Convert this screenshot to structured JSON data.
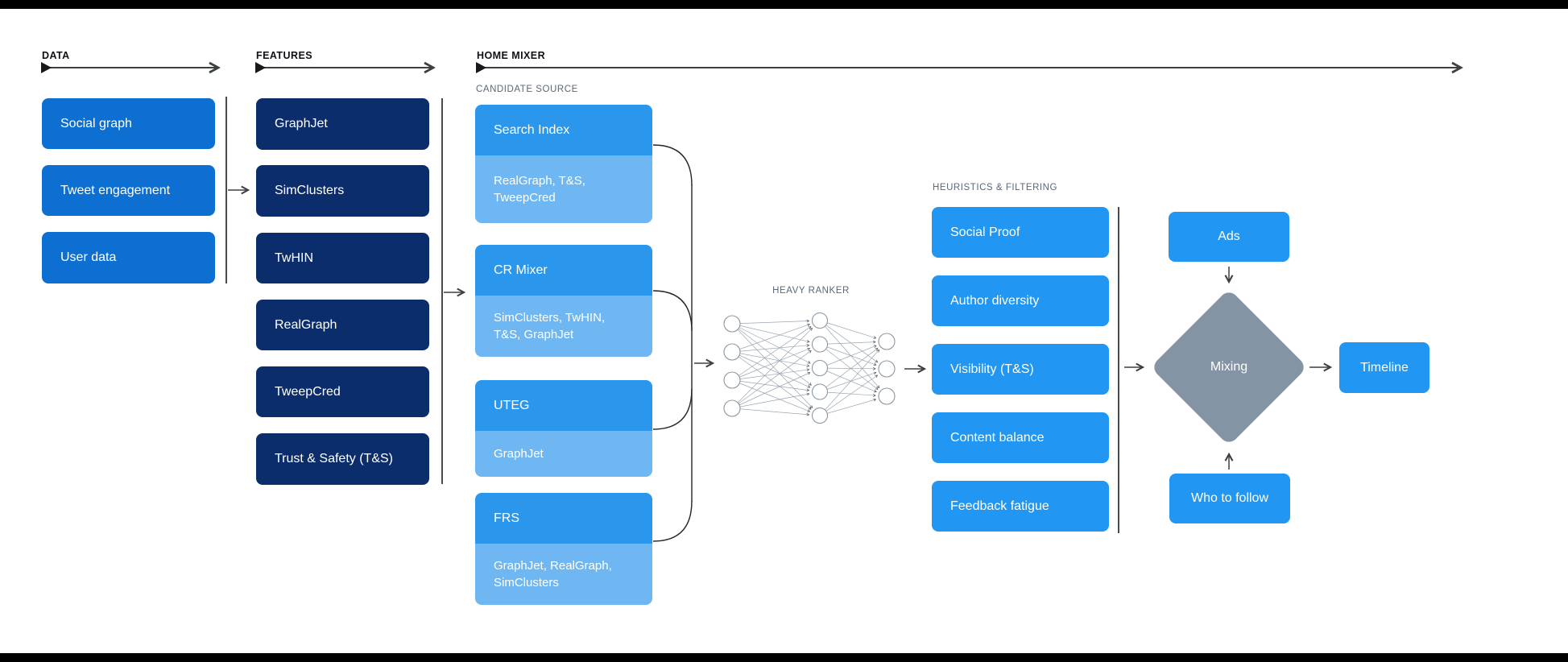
{
  "palette": {
    "data_box_blue": "#0D6FD2",
    "feature_box_navy": "#0C2D6C",
    "candidate_top_blue": "#2B97EC",
    "candidate_sub_light_blue": "#6FB7F2",
    "filter_box_blue": "#2196F3",
    "mixing_diamond_gray": "#8494A4",
    "connector_line": "#3C4043",
    "frame_bar": "#000000",
    "sub_header_gray": "#57697C"
  },
  "data_section": {
    "label": "DATA",
    "items": [
      "Social graph",
      "Tweet engagement",
      "User data"
    ]
  },
  "features_section": {
    "label": "FEATURES",
    "items": [
      "GraphJet",
      "SimClusters",
      "TwHIN",
      "RealGraph",
      "TweepCred",
      "Trust & Safety (T&S)"
    ]
  },
  "home_mixer": {
    "label": "HOME MIXER",
    "candidate_source": {
      "label": "CANDIDATE SOURCE",
      "items": [
        {
          "name": "Search Index",
          "sources": "RealGraph, T&S,\nTweepCred"
        },
        {
          "name": "CR Mixer",
          "sources": "SimClusters, TwHIN,\nT&S, GraphJet"
        },
        {
          "name": "UTEG",
          "sources": "GraphJet"
        },
        {
          "name": "FRS",
          "sources": "GraphJet, RealGraph,\nSimClusters"
        }
      ]
    },
    "heavy_ranker": {
      "label": "HEAVY RANKER",
      "network_layers": [
        4,
        5,
        3
      ]
    },
    "heuristics": {
      "label": "HEURISTICS & FILTERING",
      "items": [
        "Social Proof",
        "Author diversity",
        "Visibility (T&S)",
        "Content balance",
        "Feedback fatigue"
      ]
    },
    "mixing": {
      "label": "Mixing"
    },
    "ads": {
      "label": "Ads"
    },
    "who_to_follow": {
      "label": "Who to follow"
    },
    "timeline": {
      "label": "Timeline"
    }
  }
}
